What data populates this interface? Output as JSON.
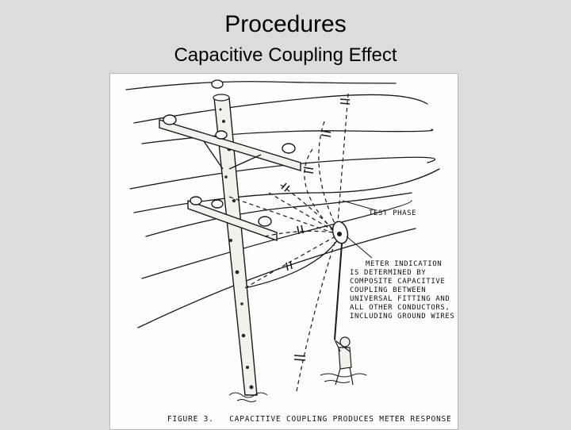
{
  "slide": {
    "title": "Procedures",
    "subtitle": "Capacitive Coupling Effect"
  },
  "figure": {
    "label_test_phase": "TEST PHASE",
    "meter_lines": [
      "METER INDICATION",
      "IS DETERMINED BY",
      "COMPOSITE CAPACITIVE",
      "COUPLING BETWEEN",
      "UNIVERSAL FITTING AND",
      "ALL OTHER CONDUCTORS,",
      "INCLUDING GROUND WIRES"
    ],
    "caption": "FIGURE 3.   CAPACITIVE COUPLING PRODUCES METER RESPONSE"
  }
}
